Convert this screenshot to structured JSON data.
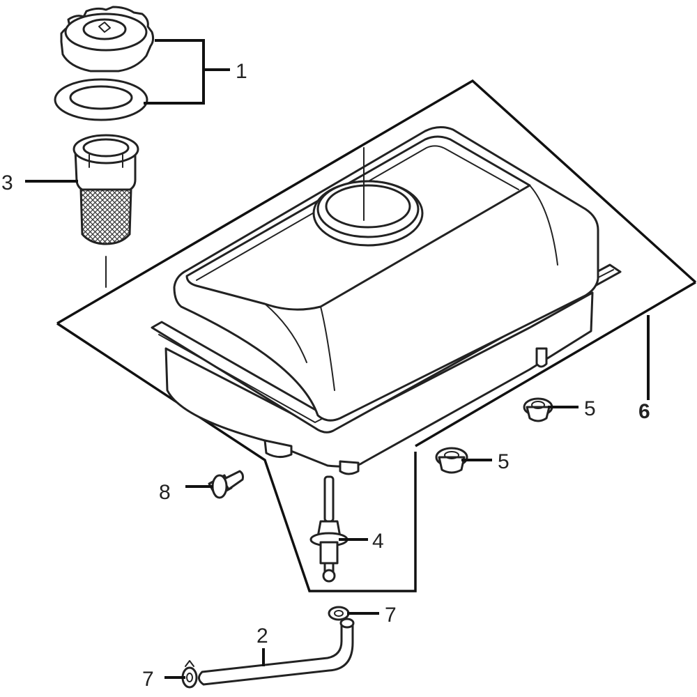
{
  "callouts": {
    "cap_gasket": "1",
    "hose": "2",
    "strainer": "3",
    "fuel_cock": "4",
    "nut_right": "5",
    "nut_left": "5",
    "tank_assembly": "6",
    "clip_top": "7",
    "clip_bottom": "7",
    "bolt": "8"
  }
}
